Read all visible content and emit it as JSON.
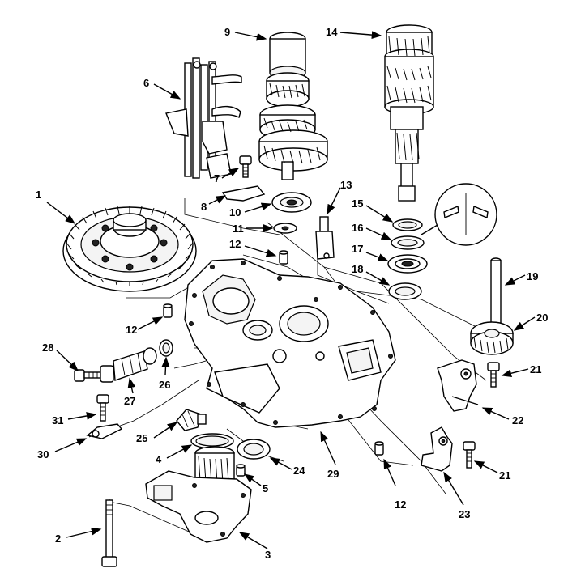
{
  "callouts": [
    {
      "id": "c1",
      "label": "1"
    },
    {
      "id": "c2",
      "label": "2"
    },
    {
      "id": "c3",
      "label": "3"
    },
    {
      "id": "c4",
      "label": "4"
    },
    {
      "id": "c5",
      "label": "5"
    },
    {
      "id": "c6",
      "label": "6"
    },
    {
      "id": "c7",
      "label": "7"
    },
    {
      "id": "c8",
      "label": "8"
    },
    {
      "id": "c9",
      "label": "9"
    },
    {
      "id": "c10",
      "label": "10"
    },
    {
      "id": "c11",
      "label": "11"
    },
    {
      "id": "c12a",
      "label": "12"
    },
    {
      "id": "c12b",
      "label": "12"
    },
    {
      "id": "c12c",
      "label": "12"
    },
    {
      "id": "c13",
      "label": "13"
    },
    {
      "id": "c14",
      "label": "14"
    },
    {
      "id": "c15",
      "label": "15"
    },
    {
      "id": "c16",
      "label": "16"
    },
    {
      "id": "c17",
      "label": "17"
    },
    {
      "id": "c18",
      "label": "18"
    },
    {
      "id": "c19",
      "label": "19"
    },
    {
      "id": "c20",
      "label": "20"
    },
    {
      "id": "c21a",
      "label": "21"
    },
    {
      "id": "c21b",
      "label": "21"
    },
    {
      "id": "c22",
      "label": "22"
    },
    {
      "id": "c23",
      "label": "23"
    },
    {
      "id": "c24",
      "label": "24"
    },
    {
      "id": "c25",
      "label": "25"
    },
    {
      "id": "c26",
      "label": "26"
    },
    {
      "id": "c27",
      "label": "27"
    },
    {
      "id": "c28",
      "label": "28"
    },
    {
      "id": "c29",
      "label": "29"
    },
    {
      "id": "c30",
      "label": "30"
    },
    {
      "id": "c31",
      "label": "31"
    }
  ],
  "colors": {
    "ink": "#000000",
    "paper": "#ffffff"
  }
}
